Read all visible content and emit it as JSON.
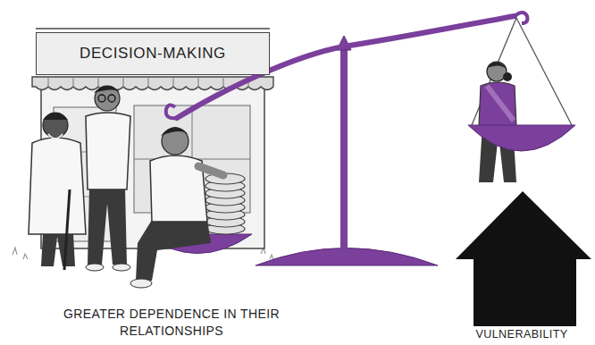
{
  "diagram": {
    "nodes": [
      {
        "text": [
          "DECISION-MAKING"
        ]
      }
    ],
    "labels": [
      "GREATER DEPENDENCE IN THEIR RELATIONSHIPS",
      "VULNERABILITY"
    ]
  }
}
